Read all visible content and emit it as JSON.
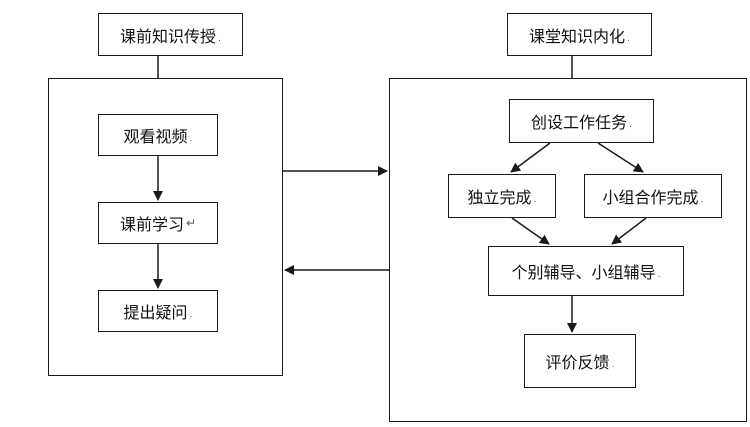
{
  "left_panel": {
    "header": "课前知识传授",
    "steps": [
      "观看视频",
      "课前学习",
      "提出疑问"
    ]
  },
  "right_panel": {
    "header": "课堂知识内化",
    "task": "创设工作任务",
    "branches": [
      "独立完成",
      "小组合作完成"
    ],
    "merge": "个别辅导、小组辅导",
    "final": "评价反馈"
  },
  "marks": {
    "para": ".",
    "return": "↵"
  }
}
